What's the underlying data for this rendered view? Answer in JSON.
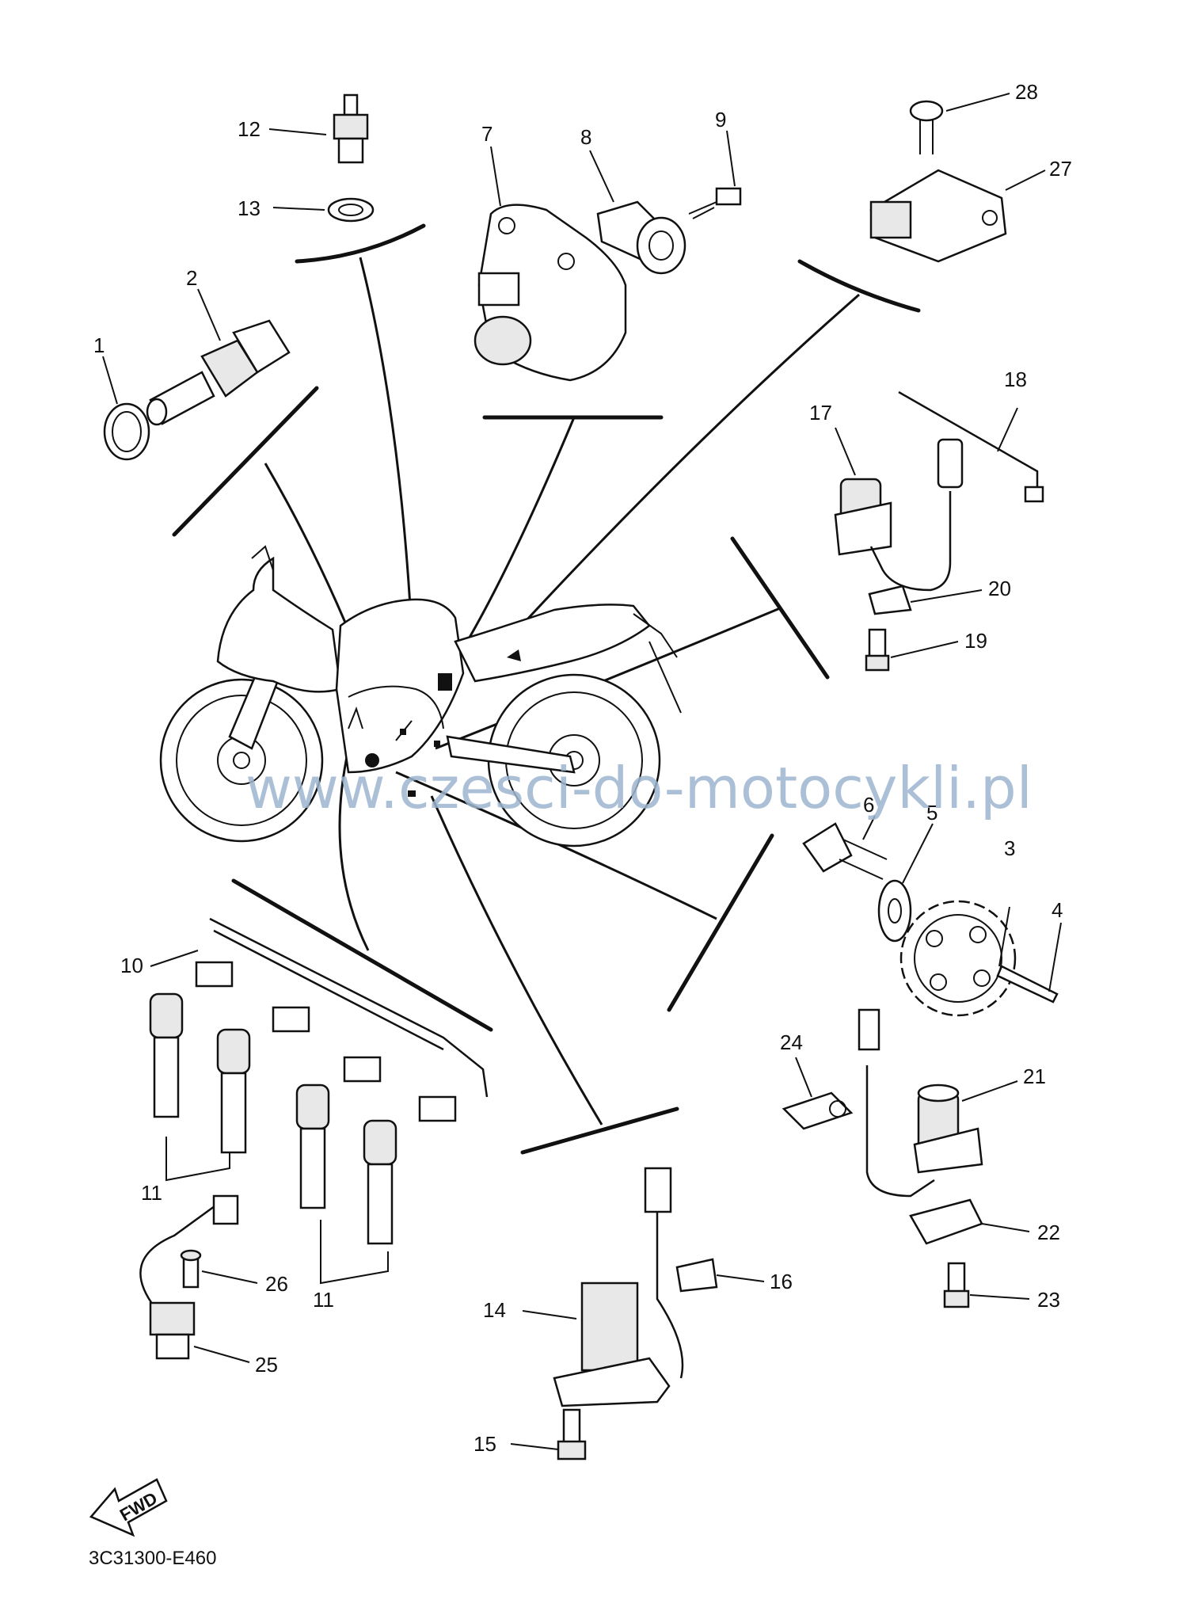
{
  "watermark": "www.czesci-do-motocykli.pl",
  "diagram_code": "3C31300-E460",
  "fwd_label": "FWD",
  "callouts": {
    "c1": "1",
    "c2": "2",
    "c3": "3",
    "c4": "4",
    "c5": "5",
    "c6": "6",
    "c7": "7",
    "c8": "8",
    "c9": "9",
    "c10": "10",
    "c11a": "11",
    "c11b": "11",
    "c12": "12",
    "c13": "13",
    "c14": "14",
    "c15": "15",
    "c16": "16",
    "c17": "17",
    "c18": "18",
    "c19": "19",
    "c20": "20",
    "c21": "21",
    "c22": "22",
    "c23": "23",
    "c24": "24",
    "c25": "25",
    "c26": "26",
    "c27": "27",
    "c28": "28"
  }
}
